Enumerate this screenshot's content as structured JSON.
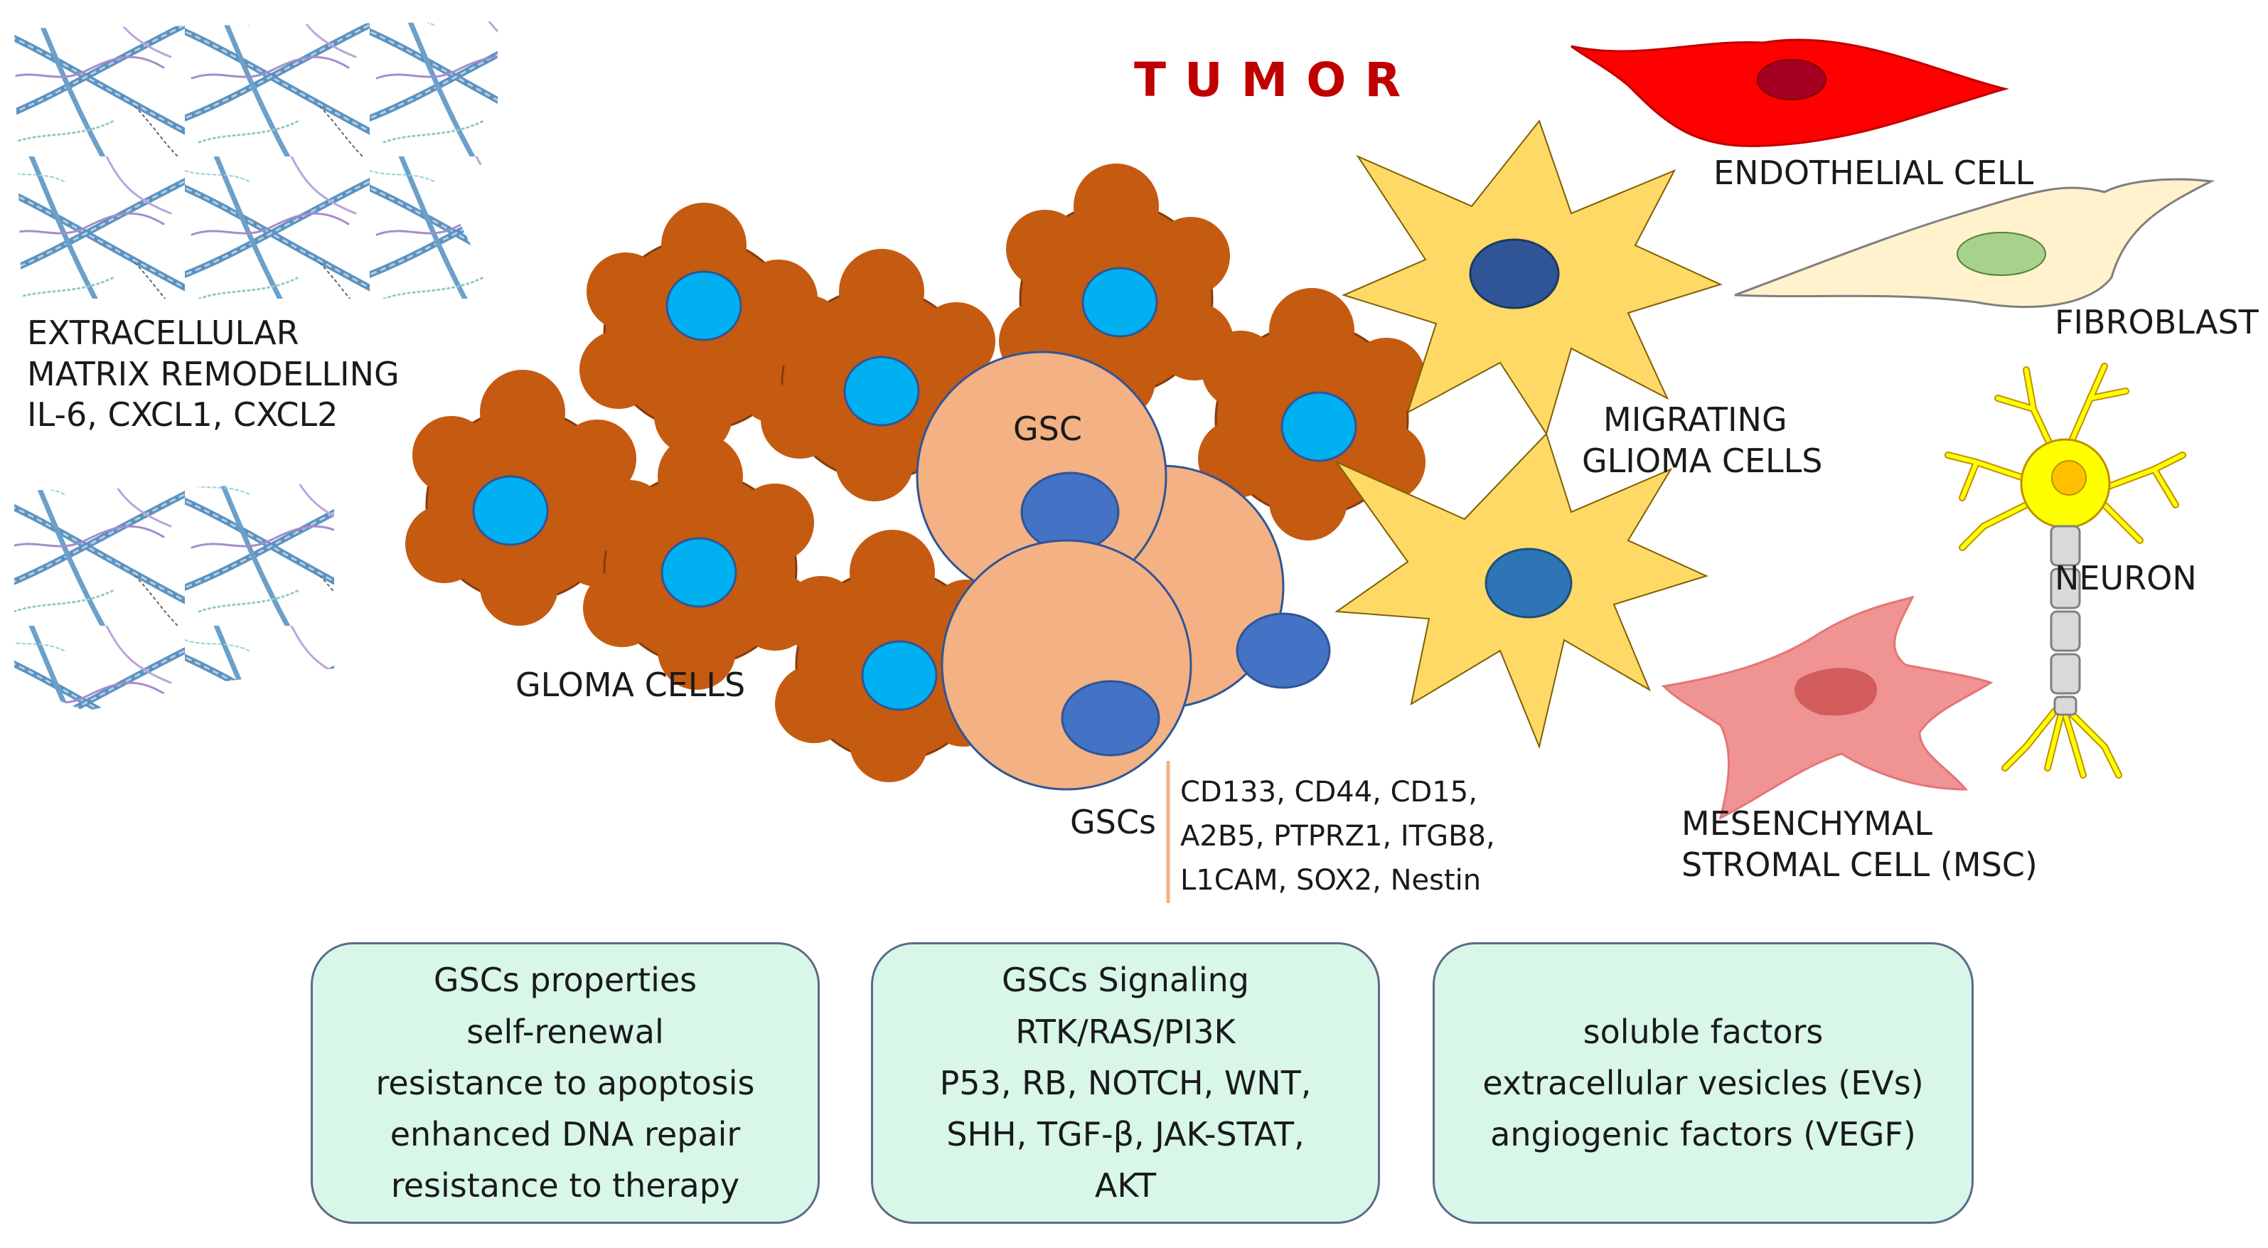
{
  "title": "TUMOR",
  "ecm": {
    "lines": [
      "EXTRACELLULAR",
      "MATRIX REMODELLING",
      "IL-6, CXCL1, CXCL2"
    ]
  },
  "labels": {
    "glioma_cells": "GLOMA CELLS",
    "gsc": "GSC",
    "gscs": "GSCs",
    "endothelial": "ENDOTHELIAL CELL",
    "fibroblast": "FIBROBLAST",
    "migrating": [
      "MIGRATING",
      "GLIOMA CELLS"
    ],
    "neuron": "NEURON",
    "msc": [
      "MESENCHYMAL",
      "STROMAL CELL (MSC)"
    ]
  },
  "markers": [
    "CD133, CD44, CD15,",
    "A2B5, PTPRZ1, ITGB8,",
    "L1CAM, SOX2, Nestin"
  ],
  "boxes": [
    {
      "lines": [
        "GSCs properties",
        "self-renewal",
        "resistance to apoptosis",
        "enhanced DNA repair",
        "resistance to therapy"
      ]
    },
    {
      "lines": [
        "GSCs Signaling",
        "RTK/RAS/PI3K",
        "P53, RB, NOTCH, WNT,",
        "SHH, TGF-β, JAK-STAT,",
        "AKT"
      ]
    },
    {
      "lines": [
        "soluble factors",
        "extracellular vesicles (EVs)",
        "angiogenic factors (VEGF)"
      ]
    }
  ],
  "colors": {
    "title": "#c00000",
    "glioma_cell": "#c55a11",
    "glioma_nucleus": "#00b0f0",
    "gsc_cell": "#f4b183",
    "gsc_nucleus": "#4472c4",
    "migrating_cell": "#ffd966",
    "endothelial": "#ff0000",
    "fibroblast": "#fff2cc",
    "msc": "#ee8a8a",
    "neuron": "#ffff00",
    "box_fill": "#d8f7e9"
  }
}
